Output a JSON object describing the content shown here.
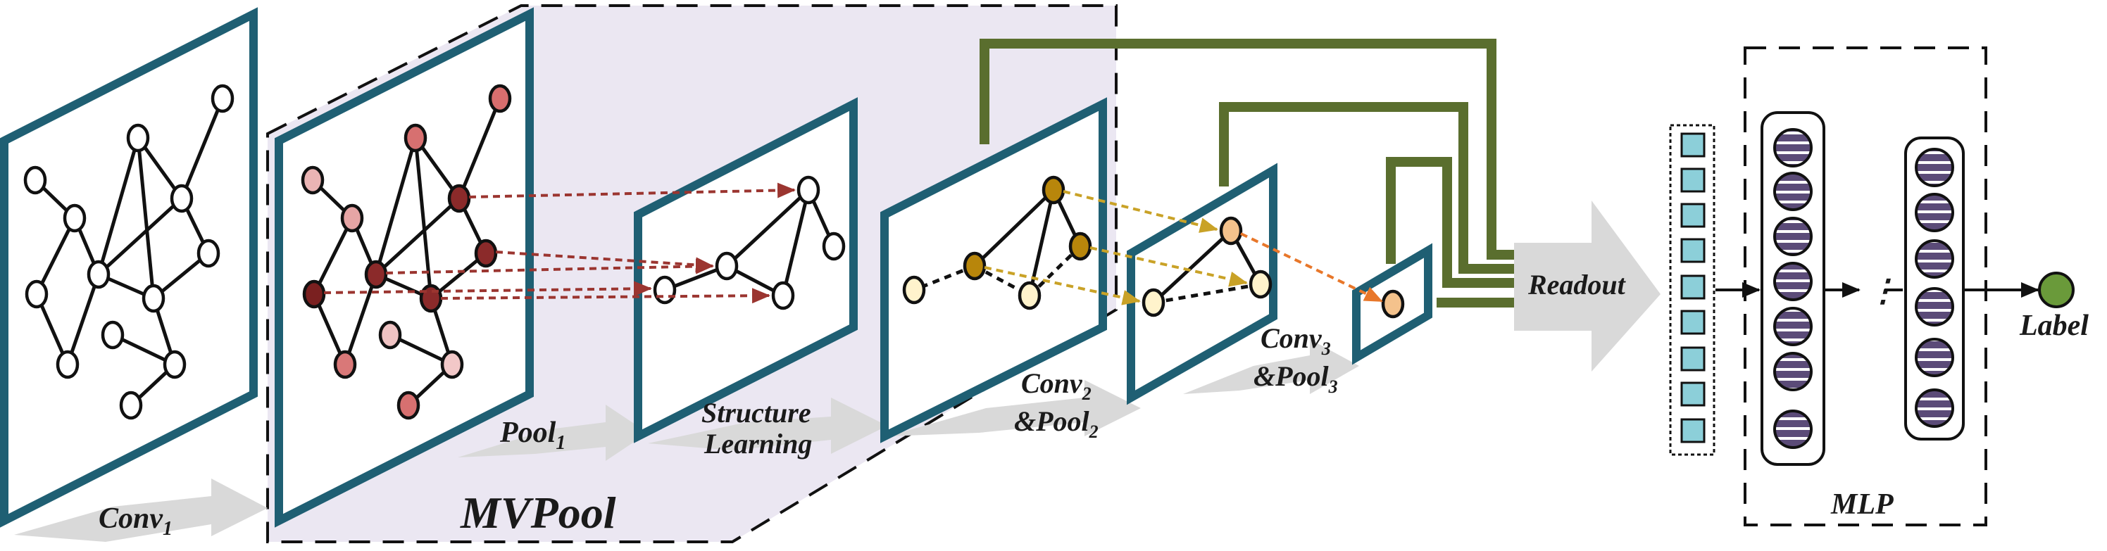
{
  "labels": {
    "conv1_main": "Conv",
    "conv1_sub": "1",
    "pool1_main": "Pool",
    "pool1_sub": "1",
    "structure_line1": "Structure",
    "structure_line2": "Learning",
    "conv2_main": "Conv",
    "conv2_sub": "2",
    "pool2_prefix": "&Pool",
    "pool2_sub": "2",
    "conv3_main": "Conv",
    "conv3_sub": "3",
    "pool3_prefix": "&Pool",
    "pool3_sub": "3",
    "mvpool": "MVPool",
    "readout": "Readout",
    "mlp": "MLP",
    "label": "Label",
    "ellipsis": "⋮"
  },
  "colors": {
    "frame": "#1f5f73",
    "mvpool_region": "#ebe7f2",
    "gray_arrow": "#d9d9d9",
    "green_connector": "#5a6e2e",
    "pool1_arrow": "#9b3530",
    "pool2_arrow": "#c9a227",
    "pool3_arrow": "#e8772a",
    "feature_square": "#8ccfd9",
    "mlp_neuron": "#5b4b78",
    "output_node": "#6a9a3a"
  },
  "icons": {
    "readout_arrow": "large-gray-arrow",
    "mlp_neuron": "striped-circle",
    "feature": "cyan-square"
  }
}
